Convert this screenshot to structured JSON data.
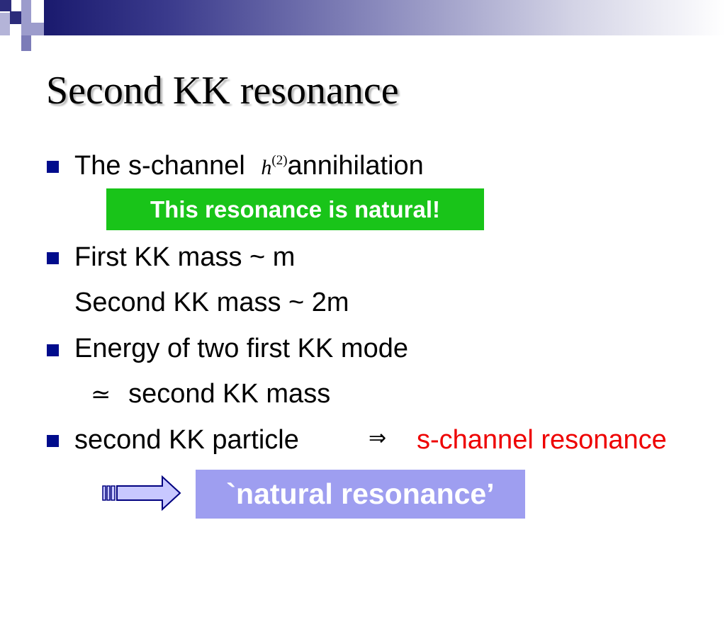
{
  "slide": {
    "title": "Second KK resonance",
    "bullet1": {
      "prefix": "The s-channel",
      "math_base": "h",
      "math_sup": "(2)",
      "suffix": "annihilation",
      "callout": "This resonance is natural!"
    },
    "bullet2": {
      "line1": "First KK mass ~ m",
      "line2": "Second KK mass ~ 2m"
    },
    "bullet3": {
      "line1": "Energy of two first KK mode",
      "symbol": "≃",
      "line2": "second KK mass"
    },
    "bullet4": {
      "text": "second KK particle",
      "implies": "⇒",
      "result": "s-channel resonance"
    },
    "conclusion": "`natural resonance’"
  },
  "colors": {
    "bullet": "#000c8c",
    "callout_green": "#19c419",
    "highlight_red": "#ee0000",
    "conclusion_box": "#9e9ef0"
  }
}
